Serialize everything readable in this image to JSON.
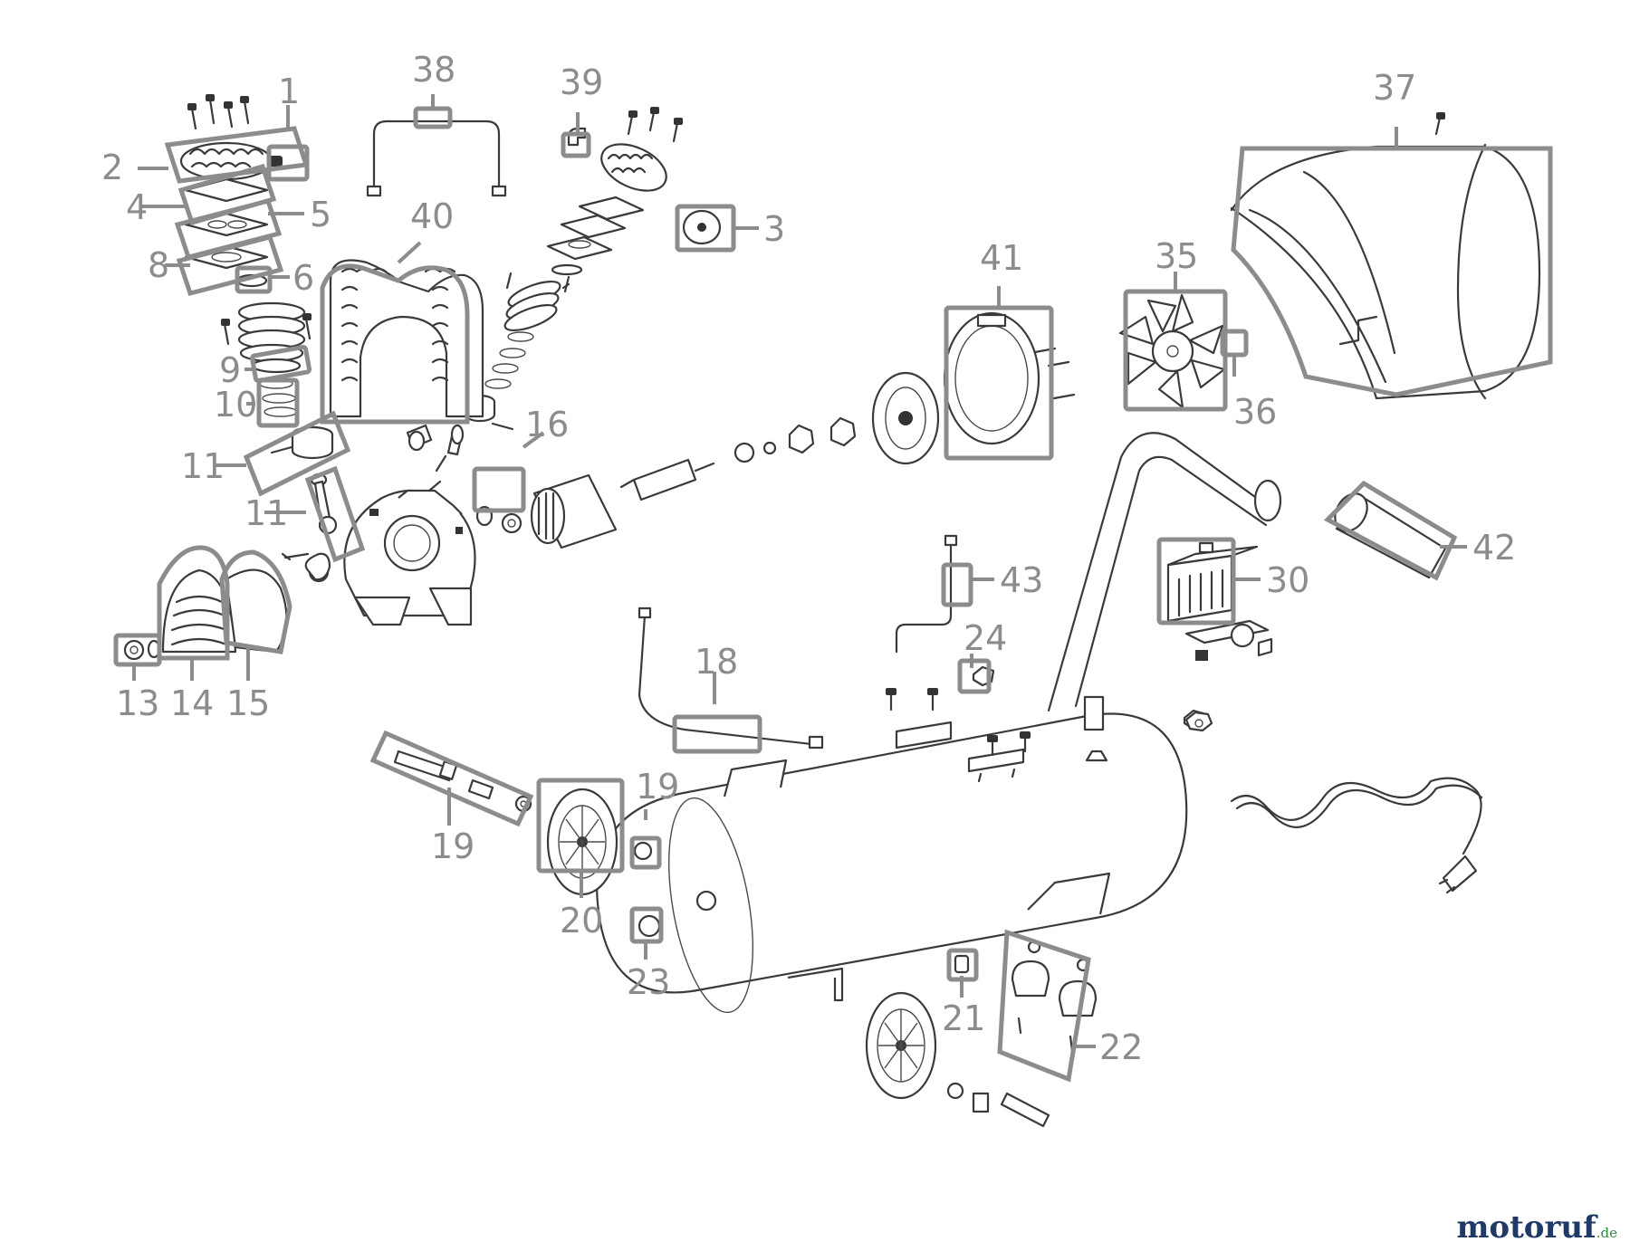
{
  "labels": {
    "p1": "1",
    "p2": "2",
    "p3": "3",
    "p4": "4",
    "p5": "5",
    "p6": "6",
    "p8": "8",
    "p9": "9",
    "p10": "10",
    "p11a": "11",
    "p11b": "11",
    "p13": "13",
    "p14": "14",
    "p15": "15",
    "p16": "16",
    "p18": "18",
    "p19a": "19",
    "p19b": "19",
    "p20": "20",
    "p21": "21",
    "p22": "22",
    "p23": "23",
    "p24": "24",
    "p30": "30",
    "p35": "35",
    "p36": "36",
    "p37": "37",
    "p38": "38",
    "p39": "39",
    "p40": "40",
    "p41": "41",
    "p42": "42",
    "p43": "43"
  },
  "watermark": {
    "brand": "motoruf",
    "tld": ".de"
  },
  "colors": {
    "label": "#8c8c8c",
    "line": "#3a3a3a",
    "watermark_brand": "#1f3a66",
    "watermark_tld": "#2e8b3e"
  }
}
